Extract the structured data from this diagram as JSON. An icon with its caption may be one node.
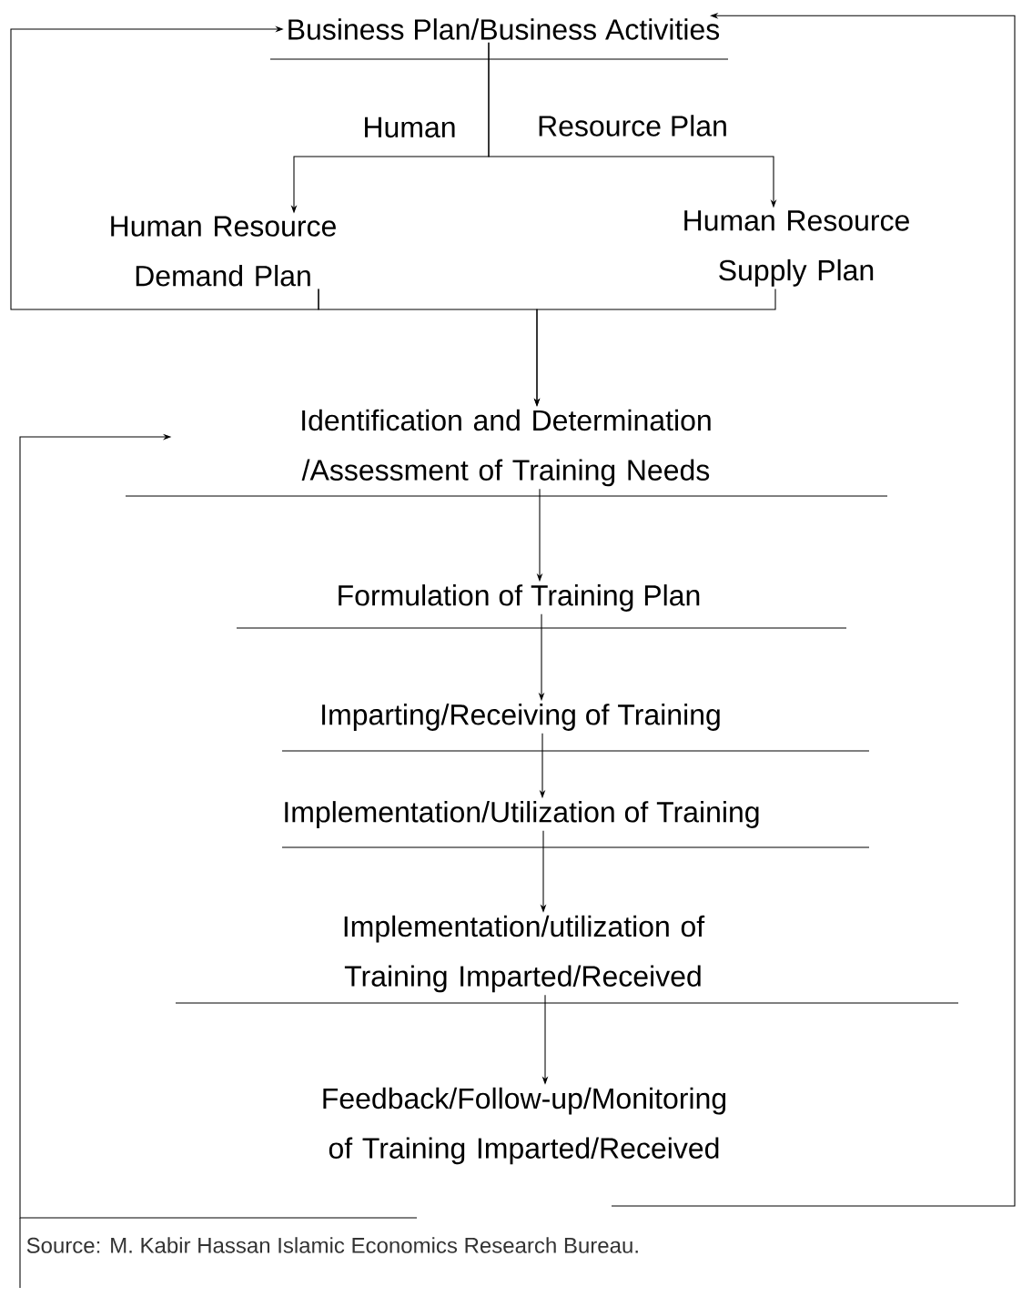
{
  "diagram": {
    "caption": "Source: M. Kabir Hassan Islamic Economics Research Bureau.",
    "nodes": [
      {
        "text": [
          "Business Plan/Business Activities"
        ]
      },
      {
        "text": [
          "Human Resource Demand Plan"
        ]
      },
      {
        "text": [
          "Human Resource Supply Plan"
        ]
      },
      {
        "text": [
          "Identification and Determination /Assessment of Training Needs"
        ]
      },
      {
        "text": [
          "Formulation of Training Plan"
        ]
      },
      {
        "text": [
          "Imparting/Receiving of Training"
        ]
      },
      {
        "text": [
          "Implementation/Utilization of Training"
        ]
      },
      {
        "text": [
          "Implementation/utilization of Training Imparted/Received"
        ]
      },
      {
        "text": [
          "Feedback/Follow-up/Monitoring of Training Imparted/Received"
        ]
      }
    ],
    "edges": [
      {
        "from": 0,
        "to": 1,
        "arrow": "to"
      },
      {
        "from": 0,
        "to": 2,
        "arrow": "to"
      },
      {
        "from": 1,
        "to": 3,
        "arrow": "to"
      },
      {
        "from": 2,
        "to": 3,
        "arrow": "to"
      },
      {
        "from": 3,
        "to": 4,
        "arrow": "to"
      },
      {
        "from": 4,
        "to": 5,
        "arrow": "to"
      },
      {
        "from": 5,
        "to": 6,
        "arrow": "to"
      },
      {
        "from": 6,
        "to": 7,
        "arrow": "to"
      },
      {
        "from": 7,
        "to": 8,
        "arrow": "to"
      },
      {
        "from": 8,
        "to": 0,
        "arrow": "to"
      },
      {
        "from": 8,
        "to": 3,
        "arrow": "to"
      },
      {
        "from": 1,
        "to": 0,
        "arrow": "to"
      }
    ],
    "labels": [
      "Human",
      "Resource Plan"
    ]
  }
}
